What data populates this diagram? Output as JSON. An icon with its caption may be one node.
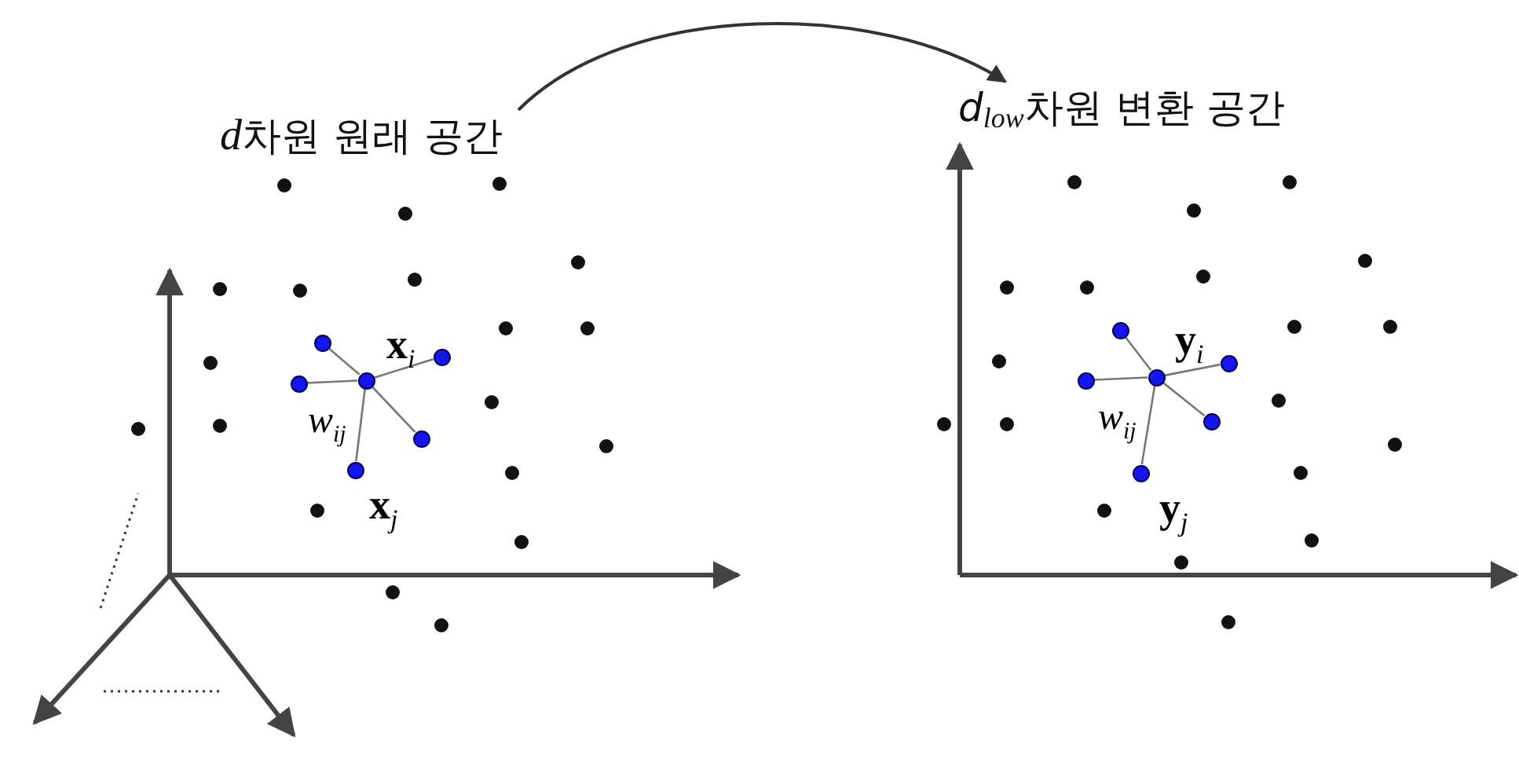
{
  "diagram": {
    "nodes": [
      {
        "text": [
          "d차원 원래 공간"
        ]
      },
      {
        "text": [
          "*d*$_{low}$차원 변환 공간"
        ]
      },
      {
        "text": [],
        "shape": "circle",
        "beside": [
          "**x**$_{i}$"
        ]
      },
      {
        "text": [],
        "shape": "circle"
      },
      {
        "text": [],
        "shape": "circle"
      },
      {
        "text": [],
        "shape": "circle"
      },
      {
        "text": [],
        "shape": "circle"
      },
      {
        "text": [],
        "shape": "circle",
        "beside": [
          "**x**$_{j}$"
        ]
      },
      {
        "text": [],
        "shape": "circle",
        "beside": [
          "**y**$_{i}$"
        ]
      },
      {
        "text": [],
        "shape": "circle"
      },
      {
        "text": [],
        "shape": "circle"
      },
      {
        "text": [],
        "shape": "circle"
      },
      {
        "text": [],
        "shape": "circle"
      },
      {
        "text": [],
        "shape": "circle",
        "beside": [
          "**y**$_{j}$"
        ]
      }
    ],
    "edges": [
      {
        "from": 0,
        "to": 1,
        "arrow": "to"
      },
      {
        "from": 2,
        "to": 3,
        "arrow": "none"
      },
      {
        "from": 2,
        "to": 4,
        "arrow": "none"
      },
      {
        "from": 2,
        "to": 5,
        "arrow": "none"
      },
      {
        "from": 2,
        "to": 6,
        "arrow": "none"
      },
      {
        "from": 2,
        "to": 7,
        "arrow": "none",
        "label": "*w*$_{ij}$"
      },
      {
        "from": 8,
        "to": 9,
        "arrow": "none"
      },
      {
        "from": 8,
        "to": 10,
        "arrow": "none"
      },
      {
        "from": 8,
        "to": 11,
        "arrow": "none"
      },
      {
        "from": 8,
        "to": 12,
        "arrow": "none"
      },
      {
        "from": 8,
        "to": 13,
        "arrow": "none",
        "label": "*w*$_{ij}$"
      }
    ]
  }
}
